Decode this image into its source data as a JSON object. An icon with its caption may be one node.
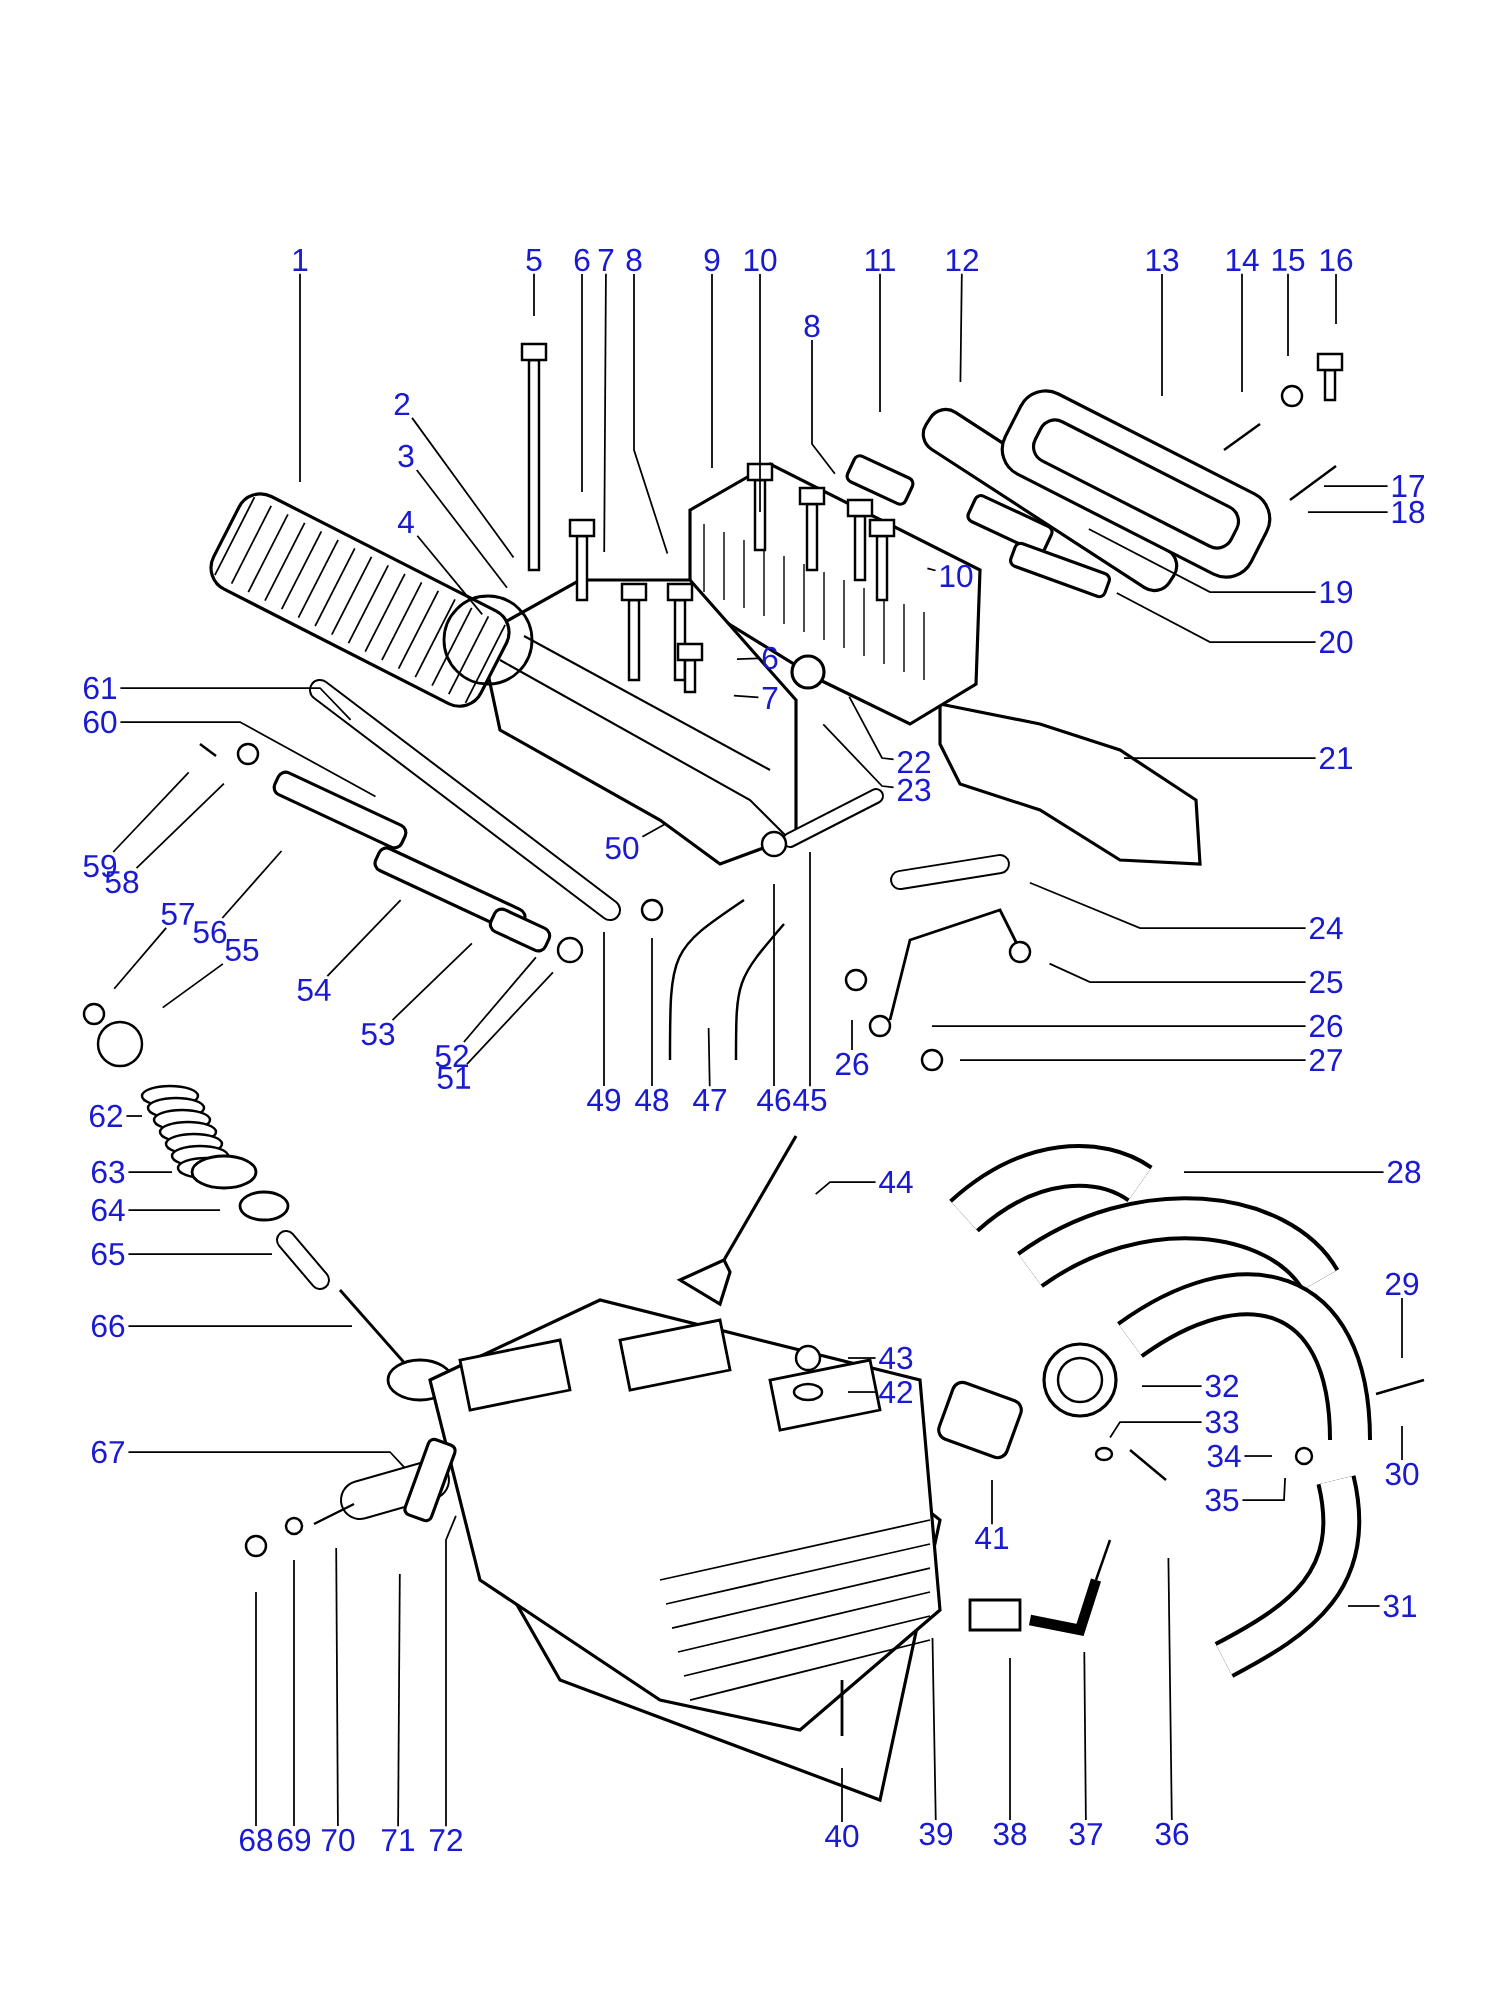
{
  "diagram": {
    "nodes": [
      {
        "text": [
          "1"
        ]
      },
      {
        "text": [
          "2"
        ]
      },
      {
        "text": [
          "3"
        ]
      },
      {
        "text": [
          "4"
        ]
      },
      {
        "text": [
          "5"
        ]
      },
      {
        "text": [
          "6"
        ]
      },
      {
        "text": [
          "7"
        ]
      },
      {
        "text": [
          "8"
        ]
      },
      {
        "text": [
          "9"
        ]
      },
      {
        "text": [
          "10"
        ]
      },
      {
        "text": [
          "11"
        ]
      },
      {
        "text": [
          "12"
        ]
      },
      {
        "text": [
          "13"
        ]
      },
      {
        "text": [
          "14"
        ]
      },
      {
        "text": [
          "15"
        ]
      },
      {
        "text": [
          "16"
        ]
      },
      {
        "text": [
          "8"
        ]
      },
      {
        "text": [
          "17"
        ]
      },
      {
        "text": [
          "18"
        ]
      },
      {
        "text": [
          "10"
        ]
      },
      {
        "text": [
          "19"
        ]
      },
      {
        "text": [
          "20"
        ]
      },
      {
        "text": [
          "6"
        ]
      },
      {
        "text": [
          "7"
        ]
      },
      {
        "text": [
          "61"
        ]
      },
      {
        "text": [
          "60"
        ]
      },
      {
        "text": [
          "21"
        ]
      },
      {
        "text": [
          "22"
        ]
      },
      {
        "text": [
          "23"
        ]
      },
      {
        "text": [
          "59"
        ]
      },
      {
        "text": [
          "58"
        ]
      },
      {
        "text": [
          "50"
        ]
      },
      {
        "text": [
          "24"
        ]
      },
      {
        "text": [
          "57"
        ]
      },
      {
        "text": [
          "56"
        ]
      },
      {
        "text": [
          "55"
        ]
      },
      {
        "text": [
          "54"
        ]
      },
      {
        "text": [
          "25"
        ]
      },
      {
        "text": [
          "53"
        ]
      },
      {
        "text": [
          "26"
        ]
      },
      {
        "text": [
          "52"
        ]
      },
      {
        "text": [
          "51"
        ]
      },
      {
        "text": [
          "26"
        ]
      },
      {
        "text": [
          "27"
        ]
      },
      {
        "text": [
          "49"
        ]
      },
      {
        "text": [
          "48"
        ]
      },
      {
        "text": [
          "47"
        ]
      },
      {
        "text": [
          "46"
        ]
      },
      {
        "text": [
          "45"
        ]
      },
      {
        "text": [
          "62"
        ]
      },
      {
        "text": [
          "63"
        ]
      },
      {
        "text": [
          "28"
        ]
      },
      {
        "text": [
          "44"
        ]
      },
      {
        "text": [
          "64"
        ]
      },
      {
        "text": [
          "65"
        ]
      },
      {
        "text": [
          "29"
        ]
      },
      {
        "text": [
          "66"
        ]
      },
      {
        "text": [
          "43"
        ]
      },
      {
        "text": [
          "32"
        ]
      },
      {
        "text": [
          "42"
        ]
      },
      {
        "text": [
          "33"
        ]
      },
      {
        "text": [
          "34"
        ]
      },
      {
        "text": [
          "67"
        ]
      },
      {
        "text": [
          "30"
        ]
      },
      {
        "text": [
          "35"
        ]
      },
      {
        "text": [
          "41"
        ]
      },
      {
        "text": [
          "31"
        ]
      },
      {
        "text": [
          "36"
        ]
      },
      {
        "text": [
          "37"
        ]
      },
      {
        "text": [
          "38"
        ]
      },
      {
        "text": [
          "39"
        ]
      },
      {
        "text": [
          "40"
        ]
      },
      {
        "text": [
          "68"
        ]
      },
      {
        "text": [
          "69"
        ]
      },
      {
        "text": [
          "70"
        ]
      },
      {
        "text": [
          "71"
        ]
      },
      {
        "text": [
          "72"
        ]
      }
    ],
    "edges": [
      {
        "from": 0,
        "to": null,
        "arrow": "none"
      },
      {
        "from": 1,
        "to": null,
        "arrow": "none"
      },
      {
        "from": 2,
        "to": null,
        "arrow": "none"
      },
      {
        "from": 3,
        "to": null,
        "arrow": "none"
      },
      {
        "from": 4,
        "to": null,
        "arrow": "none"
      },
      {
        "from": 5,
        "to": null,
        "arrow": "none"
      },
      {
        "from": 6,
        "to": null,
        "arrow": "none"
      },
      {
        "from": 7,
        "to": null,
        "arrow": "none"
      },
      {
        "from": 8,
        "to": null,
        "arrow": "none"
      },
      {
        "from": 9,
        "to": null,
        "arrow": "none"
      },
      {
        "from": 10,
        "to": null,
        "arrow": "none"
      },
      {
        "from": 11,
        "to": null,
        "arrow": "none"
      },
      {
        "from": 12,
        "to": null,
        "arrow": "none"
      },
      {
        "from": 13,
        "to": null,
        "arrow": "none"
      },
      {
        "from": 14,
        "to": null,
        "arrow": "none"
      },
      {
        "from": 15,
        "to": null,
        "arrow": "none"
      },
      {
        "from": 16,
        "to": null,
        "arrow": "none"
      },
      {
        "from": 17,
        "to": null,
        "arrow": "none"
      },
      {
        "from": 18,
        "to": null,
        "arrow": "none"
      },
      {
        "from": 19,
        "to": null,
        "arrow": "none"
      },
      {
        "from": 20,
        "to": null,
        "arrow": "none"
      },
      {
        "from": 21,
        "to": null,
        "arrow": "none"
      },
      {
        "from": 22,
        "to": null,
        "arrow": "none"
      },
      {
        "from": 23,
        "to": null,
        "arrow": "none"
      },
      {
        "from": 24,
        "to": null,
        "arrow": "none"
      },
      {
        "from": 25,
        "to": null,
        "arrow": "none"
      },
      {
        "from": 26,
        "to": null,
        "arrow": "none"
      },
      {
        "from": 27,
        "to": null,
        "arrow": "none"
      },
      {
        "from": 28,
        "to": null,
        "arrow": "none"
      },
      {
        "from": 29,
        "to": null,
        "arrow": "none"
      },
      {
        "from": 30,
        "to": null,
        "arrow": "none"
      },
      {
        "from": 31,
        "to": null,
        "arrow": "none"
      },
      {
        "from": 32,
        "to": null,
        "arrow": "none"
      },
      {
        "from": 33,
        "to": null,
        "arrow": "none"
      },
      {
        "from": 34,
        "to": null,
        "arrow": "none"
      },
      {
        "from": 35,
        "to": null,
        "arrow": "none"
      },
      {
        "from": 36,
        "to": null,
        "arrow": "none"
      },
      {
        "from": 37,
        "to": null,
        "arrow": "none"
      },
      {
        "from": 38,
        "to": null,
        "arrow": "none"
      },
      {
        "from": 39,
        "to": null,
        "arrow": "none"
      },
      {
        "from": 40,
        "to": null,
        "arrow": "none"
      },
      {
        "from": 41,
        "to": null,
        "arrow": "none"
      },
      {
        "from": 42,
        "to": null,
        "arrow": "none"
      },
      {
        "from": 43,
        "to": null,
        "arrow": "none"
      },
      {
        "from": 44,
        "to": null,
        "arrow": "none"
      },
      {
        "from": 45,
        "to": null,
        "arrow": "none"
      },
      {
        "from": 46,
        "to": null,
        "arrow": "none"
      },
      {
        "from": 47,
        "to": null,
        "arrow": "none"
      },
      {
        "from": 48,
        "to": null,
        "arrow": "none"
      },
      {
        "from": 49,
        "to": null,
        "arrow": "none"
      },
      {
        "from": 50,
        "to": null,
        "arrow": "none"
      },
      {
        "from": 51,
        "to": null,
        "arrow": "none"
      },
      {
        "from": 52,
        "to": null,
        "arrow": "none"
      },
      {
        "from": 53,
        "to": null,
        "arrow": "none"
      },
      {
        "from": 54,
        "to": null,
        "arrow": "none"
      },
      {
        "from": 55,
        "to": null,
        "arrow": "none"
      },
      {
        "from": 56,
        "to": null,
        "arrow": "none"
      },
      {
        "from": 57,
        "to": null,
        "arrow": "none"
      },
      {
        "from": 58,
        "to": null,
        "arrow": "none"
      },
      {
        "from": 59,
        "to": null,
        "arrow": "none"
      },
      {
        "from": 60,
        "to": null,
        "arrow": "none"
      },
      {
        "from": 61,
        "to": null,
        "arrow": "none"
      },
      {
        "from": 62,
        "to": null,
        "arrow": "none"
      },
      {
        "from": 63,
        "to": null,
        "arrow": "none"
      },
      {
        "from": 64,
        "to": null,
        "arrow": "none"
      },
      {
        "from": 65,
        "to": null,
        "arrow": "none"
      },
      {
        "from": 66,
        "to": null,
        "arrow": "none"
      },
      {
        "from": 67,
        "to": null,
        "arrow": "none"
      },
      {
        "from": 68,
        "to": null,
        "arrow": "none"
      },
      {
        "from": 69,
        "to": null,
        "arrow": "none"
      },
      {
        "from": 70,
        "to": null,
        "arrow": "none"
      },
      {
        "from": 71,
        "to": null,
        "arrow": "none"
      },
      {
        "from": 72,
        "to": null,
        "arrow": "none"
      },
      {
        "from": 73,
        "to": null,
        "arrow": "none"
      },
      {
        "from": 74,
        "to": null,
        "arrow": "none"
      },
      {
        "from": 75,
        "to": null,
        "arrow": "none"
      },
      {
        "from": 76,
        "to": null,
        "arrow": "none"
      }
    ]
  }
}
